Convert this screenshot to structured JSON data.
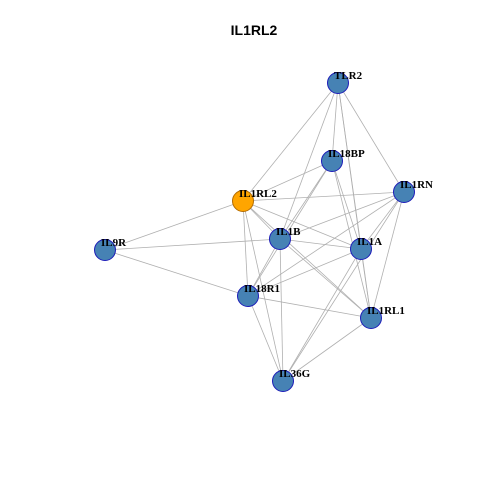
{
  "title": "IL1RL2",
  "colors": {
    "node_fill": "#4682b4",
    "node_stroke": "#1c1cb8",
    "focus_fill": "#ffa500",
    "focus_stroke": "#b36b00",
    "edge": "#b0b0b0"
  },
  "nodes": [
    {
      "id": "TLR2",
      "label": "TLR2",
      "focus": false
    },
    {
      "id": "IL18BP",
      "label": "IL18BP",
      "focus": false
    },
    {
      "id": "IL1RN",
      "label": "IL1RN",
      "focus": false
    },
    {
      "id": "IL1RL2",
      "label": "IL1RL2",
      "focus": true
    },
    {
      "id": "IL9R",
      "label": "IL9R",
      "focus": false
    },
    {
      "id": "IL1B",
      "label": "IL1B",
      "focus": false
    },
    {
      "id": "IL1A",
      "label": "IL1A",
      "focus": false
    },
    {
      "id": "IL18R1",
      "label": "IL18R1",
      "focus": false
    },
    {
      "id": "IL1RL1",
      "label": "IL1RL1",
      "focus": false
    },
    {
      "id": "IL36G",
      "label": "IL36G",
      "focus": false
    }
  ],
  "edges": [
    [
      "TLR2",
      "IL1RL2"
    ],
    [
      "TLR2",
      "IL18BP"
    ],
    [
      "TLR2",
      "IL1RN"
    ],
    [
      "TLR2",
      "IL1B"
    ],
    [
      "TLR2",
      "IL1A"
    ],
    [
      "TLR2",
      "IL1RL1"
    ],
    [
      "IL18BP",
      "IL1RL2"
    ],
    [
      "IL18BP",
      "IL1B"
    ],
    [
      "IL18BP",
      "IL1A"
    ],
    [
      "IL18BP",
      "IL18R1"
    ],
    [
      "IL18BP",
      "IL1RL1"
    ],
    [
      "IL1RN",
      "IL1RL2"
    ],
    [
      "IL1RN",
      "IL1B"
    ],
    [
      "IL1RN",
      "IL1A"
    ],
    [
      "IL1RN",
      "IL18R1"
    ],
    [
      "IL1RN",
      "IL1RL1"
    ],
    [
      "IL1RN",
      "IL36G"
    ],
    [
      "IL1RL2",
      "IL9R"
    ],
    [
      "IL1RL2",
      "IL1B"
    ],
    [
      "IL1RL2",
      "IL1A"
    ],
    [
      "IL1RL2",
      "IL18R1"
    ],
    [
      "IL1RL2",
      "IL36G"
    ],
    [
      "IL1RL2",
      "IL1RL1"
    ],
    [
      "IL9R",
      "IL1B"
    ],
    [
      "IL9R",
      "IL18R1"
    ],
    [
      "IL1B",
      "IL1A"
    ],
    [
      "IL1B",
      "IL18R1"
    ],
    [
      "IL1B",
      "IL1RL1"
    ],
    [
      "IL1B",
      "IL36G"
    ],
    [
      "IL1A",
      "IL18R1"
    ],
    [
      "IL1A",
      "IL1RL1"
    ],
    [
      "IL1A",
      "IL36G"
    ],
    [
      "IL18R1",
      "IL1RL1"
    ],
    [
      "IL18R1",
      "IL36G"
    ],
    [
      "IL1RL1",
      "IL36G"
    ]
  ]
}
